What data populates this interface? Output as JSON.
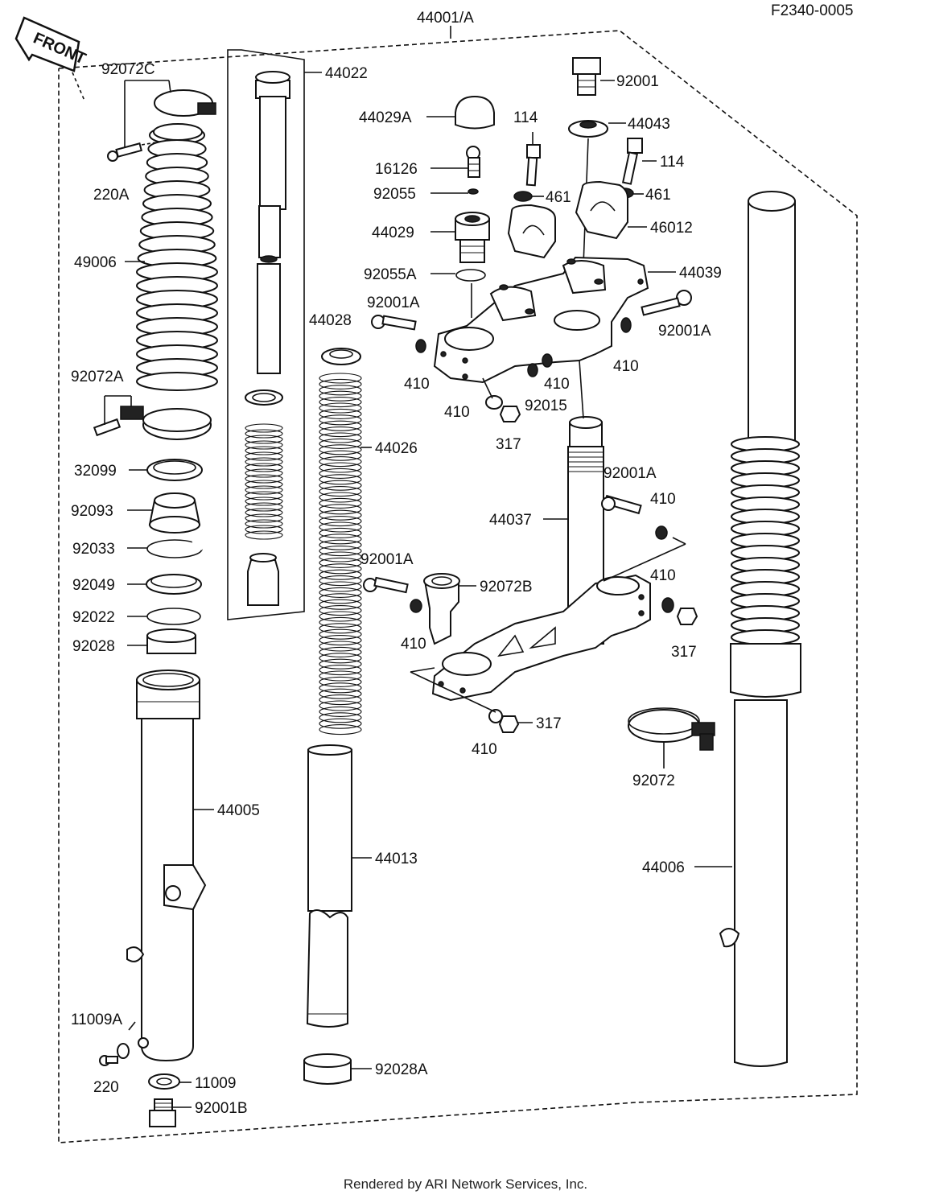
{
  "drawing_number": "F2340-0005",
  "front_marker": "FRONT",
  "assembly_label": "44001/A",
  "footer": "Rendered by ARI Network Services, Inc.",
  "parts": [
    {
      "id": "p92072C",
      "label": "92072C"
    },
    {
      "id": "p220A",
      "label": "220A"
    },
    {
      "id": "p49006",
      "label": "49006"
    },
    {
      "id": "p92072A",
      "label": "92072A"
    },
    {
      "id": "p32099",
      "label": "32099"
    },
    {
      "id": "p92093",
      "label": "92093"
    },
    {
      "id": "p92033",
      "label": "92033"
    },
    {
      "id": "p92049",
      "label": "92049"
    },
    {
      "id": "p92022",
      "label": "92022"
    },
    {
      "id": "p92028",
      "label": "92028"
    },
    {
      "id": "p44005",
      "label": "44005"
    },
    {
      "id": "p11009A",
      "label": "11009A"
    },
    {
      "id": "p220",
      "label": "220"
    },
    {
      "id": "p11009",
      "label": "11009"
    },
    {
      "id": "p92001B",
      "label": "92001B"
    },
    {
      "id": "p44022",
      "label": "44022"
    },
    {
      "id": "p44028",
      "label": "44028"
    },
    {
      "id": "p44026",
      "label": "44026"
    },
    {
      "id": "p44013",
      "label": "44013"
    },
    {
      "id": "p92028A",
      "label": "92028A"
    },
    {
      "id": "p44029A",
      "label": "44029A"
    },
    {
      "id": "p16126",
      "label": "16126"
    },
    {
      "id": "p92055",
      "label": "92055"
    },
    {
      "id": "p44029",
      "label": "44029"
    },
    {
      "id": "p92055A",
      "label": "92055A"
    },
    {
      "id": "p92001A_1",
      "label": "92001A"
    },
    {
      "id": "p410_1",
      "label": "410"
    },
    {
      "id": "p410_2",
      "label": "410"
    },
    {
      "id": "p92015",
      "label": "92015"
    },
    {
      "id": "p410_3",
      "label": "410"
    },
    {
      "id": "p317_1",
      "label": "317"
    },
    {
      "id": "p114_1",
      "label": "114"
    },
    {
      "id": "p461_1",
      "label": "461"
    },
    {
      "id": "p92001",
      "label": "92001"
    },
    {
      "id": "p44043",
      "label": "44043"
    },
    {
      "id": "p114_2",
      "label": "114"
    },
    {
      "id": "p461_2",
      "label": "461"
    },
    {
      "id": "p46012",
      "label": "46012"
    },
    {
      "id": "p44039",
      "label": "44039"
    },
    {
      "id": "p92001A_2",
      "label": "92001A"
    },
    {
      "id": "p410_4",
      "label": "410"
    },
    {
      "id": "p44037",
      "label": "44037"
    },
    {
      "id": "p92001A_3",
      "label": "92001A"
    },
    {
      "id": "p410_5",
      "label": "410"
    },
    {
      "id": "p92001A_4",
      "label": "92001A"
    },
    {
      "id": "p92072B",
      "label": "92072B"
    },
    {
      "id": "p410_6",
      "label": "410"
    },
    {
      "id": "p410_7",
      "label": "410"
    },
    {
      "id": "p317_2",
      "label": "317"
    },
    {
      "id": "p410_8",
      "label": "410"
    },
    {
      "id": "p317_3",
      "label": "317"
    },
    {
      "id": "p92072",
      "label": "92072"
    },
    {
      "id": "p44006",
      "label": "44006"
    }
  ]
}
